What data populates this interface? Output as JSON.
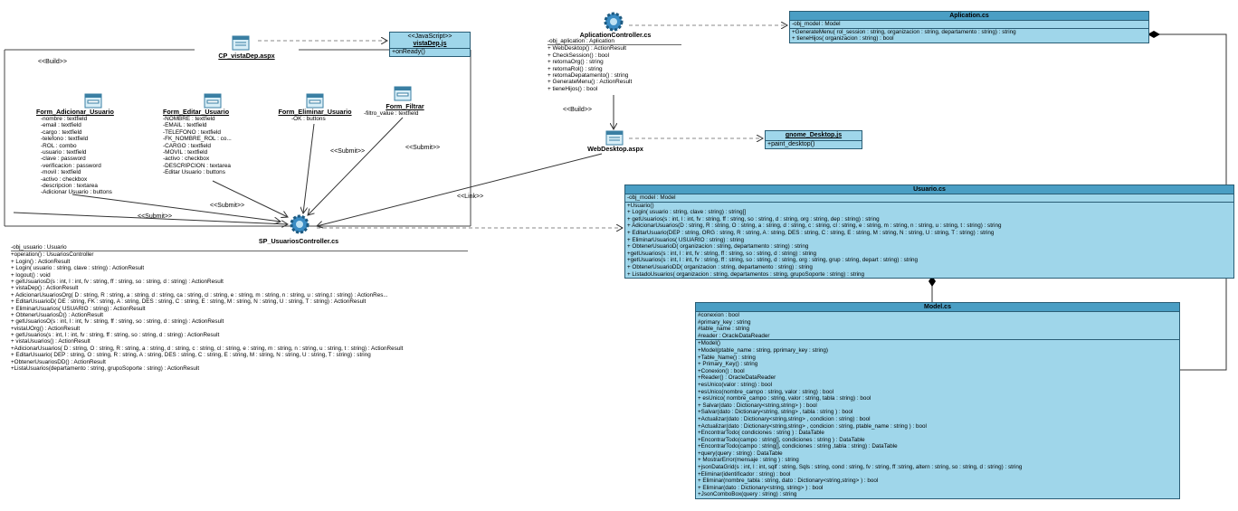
{
  "stereotypes": {
    "build_left": "<<Build>>",
    "build_right": "<<Build>>",
    "submit1": "<<Submit>>",
    "submit2": "<<Submit>>",
    "submit3": "<<Submit>>",
    "submit4": "<<Submit>>",
    "link": "<<Link>>"
  },
  "vistadep_js": {
    "stereotype": "<<JavaScript>>",
    "name": "vistaDep.js",
    "methods": [
      "+onReady()"
    ]
  },
  "gnome_js": {
    "name": "gnome_Desktop.js",
    "methods": [
      "+paint_desktop()"
    ]
  },
  "cp_vistadep": {
    "name": "CP_vistaDep.aspx"
  },
  "webdesktop": {
    "name": "WebDesktop.aspx"
  },
  "sp_controller": {
    "name": "SP_UsuariosController.cs",
    "attributes": [
      "-obj_usuario : Usuario"
    ],
    "methods": [
      "+operation() : UsuariosController",
      "+ Login() : ActionResult",
      "+ Login( usuario : string, clave : string) : ActionResult",
      "+ logout() : void",
      "+ getUsuariosD(s : int, l : int, fv : string, ff : string, so : string, d : string) : ActionResult",
      "+ vistaDep() : ActionResult",
      "+ AdicionarUsuariosOrg( D : string, R : string, a : string, d : string, ca : string, cl : string, e : string, m : string, n : string, u : string,t : string) : ActionRes...",
      "+ EditarUsuarioD( DE : string, FK : string, A : string, DES : string, C : string, E : string, M : string, N : string, U : string, T : string) : ActionResult",
      "+ EliminarUsuarios( USUARIO : string) : ActionResult",
      "+ ObtenerUsuariosD() : ActionResult",
      "+ getUsuariosO(s : int, l : int, fv : string, ff : string, so : string, d : string) : ActionResult",
      "+vistaUOrg() : ActionResult",
      "+ getUsuarios(s : int, l : int, fv : string, ff : string, so : string, d : string) : ActionResult",
      "+ vistaUsuarios() : ActionResult",
      "+AdicionarUsuarios( D : string, O : string, R : string, a : string, d : string, c : string, cl : string, e : string, m : string, n : string, u : string, t : string) : ActionResult",
      "+ EditarUsuario( DEP : string, O : string, R : string, A : string, DES : string, C : string, E : string, M : string, N : string, U : string, T : string) : string",
      "+ObtenerUsuariosDD() : ActionResult",
      "+ListaUsuarios(departamento : string, grupoSoporte : string) : ActionResult"
    ]
  },
  "aplication_controller": {
    "name": "AplicationController.cs",
    "attributes": [
      "-obj_aplication : Aplication"
    ],
    "methods": [
      "+ WebDesktop() : ActionResult",
      "+ CheckSession() : bool",
      "+ retornaOrg() : string",
      "+ retornaRol() : string",
      "+ retornaDepatamento() : string",
      "+ GenerateMenu() : ActionResult",
      "+ tieneHijos() : bool"
    ]
  },
  "forms": [
    {
      "name": "Form_Adicionar_Usuario",
      "fields": [
        "-nombre : textfield",
        "-email : textfield",
        "-cargo : textfield",
        "-telefono : textfield",
        "-ROL : combo",
        "-usuario : textfield",
        "-clave : password",
        "-verificacion : password",
        "-movil : textfield",
        "-activo : checkbox",
        "-descripcion : textarea",
        "-Adicionar Usuario : buttons"
      ]
    },
    {
      "name": "Form_Editar_Usuario",
      "fields": [
        "-NOMBRE : textfield",
        "-EMAIL : textfield",
        "-TELEFONO : textfield",
        "-FK_NOMBRE_ROL : co...",
        "-CARGO : textfield",
        "-MOVIL : textfield",
        "-activo : checkbox",
        "-DESCRIPCION : textarea",
        "-Editar Usuario : buttons"
      ]
    },
    {
      "name": "Form_Eliminar_Usuario",
      "fields": [
        "-OK : buttons"
      ]
    },
    {
      "name": "Form_Filtrar",
      "fields": [
        "-filtro_value : textfield"
      ]
    }
  ],
  "aplication_cs": {
    "name": "Aplication.cs",
    "attributes": [
      "-obj_model : Model"
    ],
    "methods": [
      "+GenerateMenu( rol_session : string, organizacion : string, departamento : string) : string",
      "+ tieneHijos( organizacion : string) : bool"
    ]
  },
  "usuario_cs": {
    "name": "Usuario.cs",
    "attributes": [
      "-obj_model : Model"
    ],
    "methods": [
      "+Usuario()",
      "+ Login( usuario : string, clave : string) : string[]",
      "+ getUsuarios(s : int, l : int, fv : string, ff : string, so : string, d : string, org : string, dep : string) : string",
      "+ AdicionarUsuarios(D : string, R : string, O : string, a : string, d : string, c : string, cl : string, e : string, m : string, n : string, u : string, t : string) : string",
      "+ EditarUsuario(DEP : string, ORG : string, R : string, A : string, DES : string, C : string, E : string, M : string, N : string, U : string, T : string) : string",
      "+ EliminarUsuarios( USUARIO : string) : string",
      "+ ObtenerUsuarioD( organizacion : string, departamento : string) : string",
      "+getUsuarios(s : int, l : int, fv : string, ff : string, so : string, d : string) : string",
      "+getUsuarios(s : int, l : int, fv : string, ff : string, so : string, d : string, org : string, grup : string, depart : string) : string",
      "+ ObtenerUsuarioDD( organizacion : string, departamento : string) : string",
      "+ ListadoUsuarios( organizacion : string, departamentos : string, grupoSoporte : string) : string"
    ]
  },
  "model_cs": {
    "name": "Model.cs",
    "attributes": [
      "#conexion : bool",
      "#primary_key : string",
      "#table_name : string",
      "#reader : OracleDataReader"
    ],
    "methods": [
      "+Model()",
      "+Model(ptable_name : string, pprimary_key : string)",
      "+Table_Name() : string",
      "+ Primary_Key() : string",
      "+Conexion() : bool",
      "+Reader() : OracleDataReader",
      "+esUnico(valor : string) : bool",
      "+esUnico(nombre_campo : string, valor : string) : bool",
      "+ esUnico( nombre_campo : string, valor : string, tabla : string) : bool",
      "+ Salvar(dato : Dictionary<string,string> ) : bool",
      "+Salvar(dato : Dictionary<string, string> , tabla : string ) : bool",
      "+Actualizar(dato : Dictionary<string,string> , condicion : string) : bool",
      "+Actualizar(dato : Dictionary<string,string> , condicion : string, ptable_name : string ) : bool",
      "+EncontrarTodo( condiciones : string ) : DataTable",
      "+EncontrarTodo(campo : string[], condiciones : string ) : DataTable",
      "+EncontrarTodo(campo : string[], condiciones : string ,tabla : string) : DataTable",
      "+query(query : string) : DataTable",
      "+ MostrarError(mensaje : string ) : string",
      "+jsonDataGrid(s : int, l : int, sqlf : string, Sqls : string, cond : string, fv : string, ff :string, altern : string, so : string, d : string) : string",
      "+Eliminar(identificador : string) : bool",
      "+ Eliminar(nombre_tabla : string, dato : Dictionary<string,string> ) : bool",
      "+ Eliminar(dato : Dictionary<string, string> ) : bool",
      "+JsonComboBox(query : string) : string"
    ]
  }
}
